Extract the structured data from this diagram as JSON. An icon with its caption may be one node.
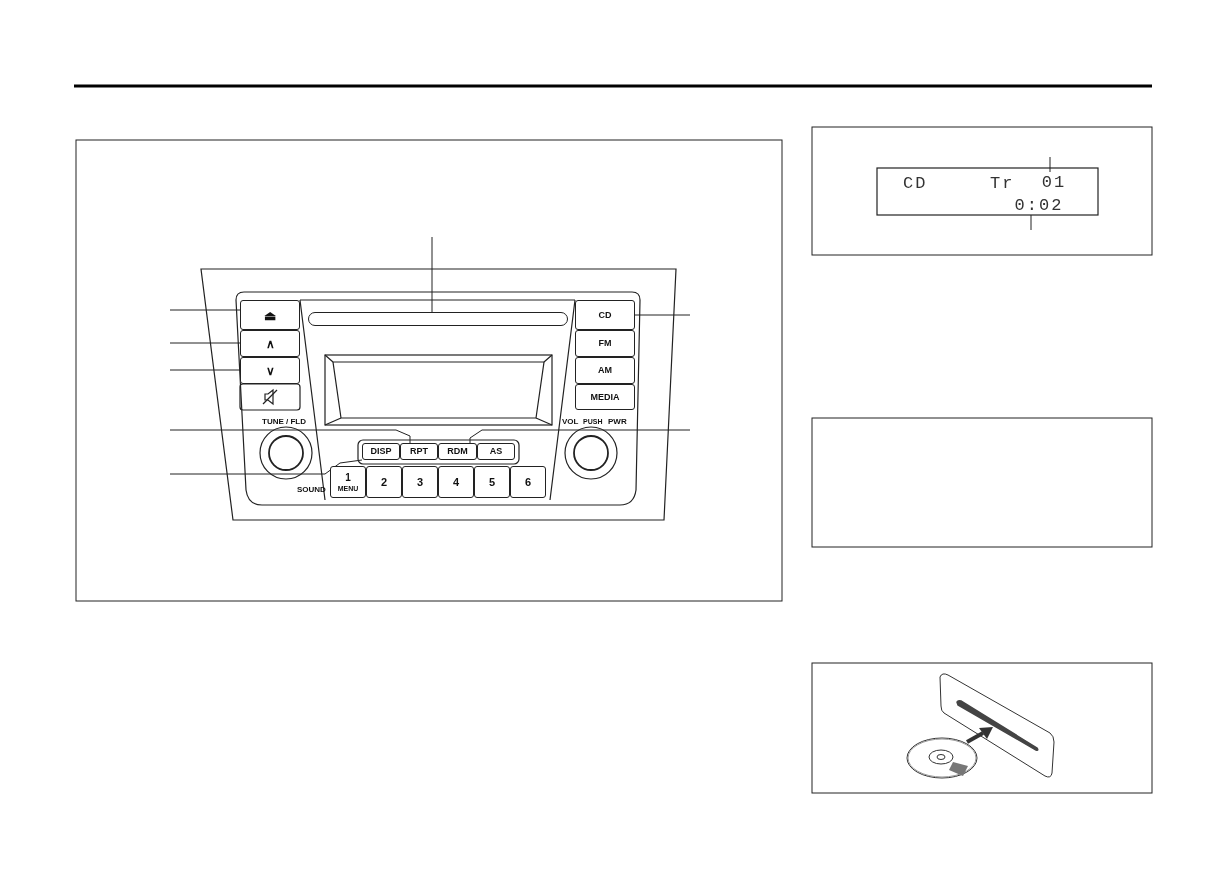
{
  "diagram": {
    "nodes": [
      {
        "text": [],
        "shape": "bar"
      },
      {
        "text": [
          "⏏"
        ]
      },
      {
        "text": [
          "∧"
        ]
      },
      {
        "text": [
          "∨"
        ]
      },
      {
        "text": [
          "CD"
        ]
      },
      {
        "text": [
          "FM"
        ]
      },
      {
        "text": [
          "AM"
        ]
      },
      {
        "text": [
          "MEDIA"
        ]
      },
      {
        "text": [
          "DISP"
        ]
      },
      {
        "text": [
          "RPT"
        ]
      },
      {
        "text": [
          "RDM"
        ]
      },
      {
        "text": [
          "AS"
        ]
      },
      {
        "text": [
          "1",
          "MENU"
        ]
      },
      {
        "text": [
          "2"
        ]
      },
      {
        "text": [
          "3"
        ]
      },
      {
        "text": [
          "4"
        ]
      },
      {
        "text": [
          "5"
        ]
      },
      {
        "text": [
          "6"
        ]
      },
      {
        "text": [
          "01"
        ]
      },
      {
        "text": [
          "0:02"
        ]
      }
    ],
    "edges": [
      {
        "from": null,
        "to": 0,
        "arrow": "none"
      },
      {
        "from": null,
        "to": 1,
        "arrow": "none"
      },
      {
        "from": null,
        "to": 2,
        "arrow": "none"
      },
      {
        "from": null,
        "to": 3,
        "arrow": "none"
      },
      {
        "from": null,
        "to": 4,
        "arrow": "none"
      },
      {
        "from": null,
        "to": 9,
        "arrow": "none"
      },
      {
        "from": null,
        "to": 8,
        "arrow": "none"
      },
      {
        "from": null,
        "to": 10,
        "arrow": "none"
      },
      {
        "from": null,
        "to": 18,
        "arrow": "none"
      },
      {
        "from": null,
        "to": 19,
        "arrow": "none"
      }
    ],
    "labels": [
      "TUNE / FLD",
      "VOL",
      "PUSH",
      "PWR",
      "SOUND",
      "CD",
      "Tr"
    ]
  }
}
